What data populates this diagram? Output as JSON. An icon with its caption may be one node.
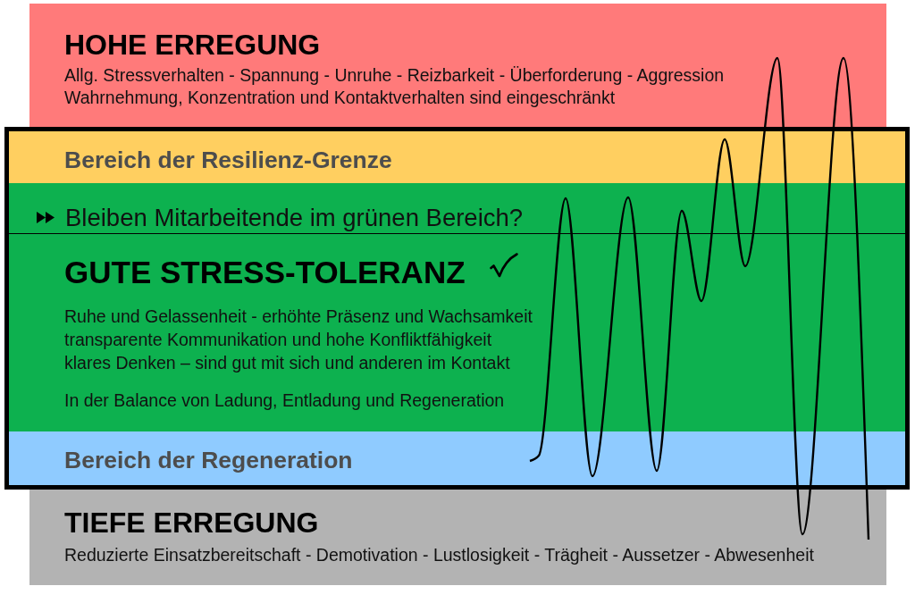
{
  "diagram": {
    "nodes": [
      {
        "text": [
          "HOHE ERREGUNG",
          "Allg. Stressverhalten - Spannung - Unruhe - Reizbarkeit - Überforderung - Aggression",
          "Wahrnehmung, Konzentration und Kontaktverhalten sind eingeschränkt"
        ]
      },
      {
        "text": [],
        "shape": "box"
      },
      {
        "text": [
          "Bereich der Resilienz-Grenze"
        ],
        "in": 1
      },
      {
        "text": [
          "Bleiben Mitarbeitende im grünen Bereich?",
          "GUTE STRESS-TOLERANZ",
          "Ruhe und Gelassenheit - erhöhte Präsenz und Wachsamkeit",
          "transparente Kommunikation und hohe Konfliktfähigkeit",
          "klares Denken – sind gut mit sich und anderen im Kontakt",
          "In der Balance von Ladung, Entladung und Regeneration"
        ],
        "in": 1
      },
      {
        "text": [
          "Bereich der Regeneration"
        ],
        "in": 1
      },
      {
        "text": [
          "TIEFE ERREGUNG",
          "Reduzierte Einsatzbereitschaft - Demotivation - Lustlosigkeit - Trägheit - Aussetzer - Abwesenheit"
        ]
      }
    ]
  }
}
